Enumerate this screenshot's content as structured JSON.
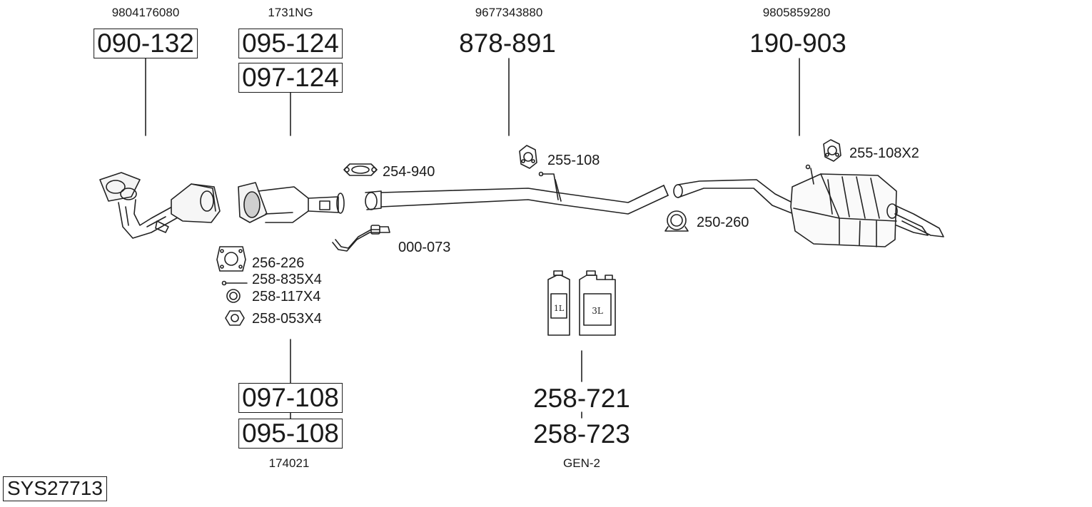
{
  "assemblies": [
    {
      "oem": "9804176080",
      "parts": [
        "090-132"
      ],
      "boxed": true
    },
    {
      "oem": "1731NG",
      "parts": [
        "095-124",
        "097-124"
      ],
      "boxed": true
    },
    {
      "oem": "9677343880",
      "parts": [
        "878-891"
      ],
      "boxed": false
    },
    {
      "oem": "9805859280",
      "parts": [
        "190-903"
      ],
      "boxed": false
    },
    {
      "oem": "174021",
      "parts": [
        "097-108",
        "095-108"
      ],
      "boxed": true
    },
    {
      "oem": "GEN-2",
      "parts": [
        "258-721",
        "258-723"
      ],
      "boxed": false
    }
  ],
  "hardware": {
    "clamp_254": "254-940",
    "hanger_255": "255-108",
    "hanger_255x2": "255-108X2",
    "clamp_250": "250-260",
    "sensor_000": "000-073",
    "gasket_256": "256-226",
    "bolt_258_835": "258-835X4",
    "washer_258_117": "258-117X4",
    "nut_258_053": "258-053X4"
  },
  "containers": {
    "small": "1L",
    "large": "3L"
  },
  "system_id": "SYS27713"
}
